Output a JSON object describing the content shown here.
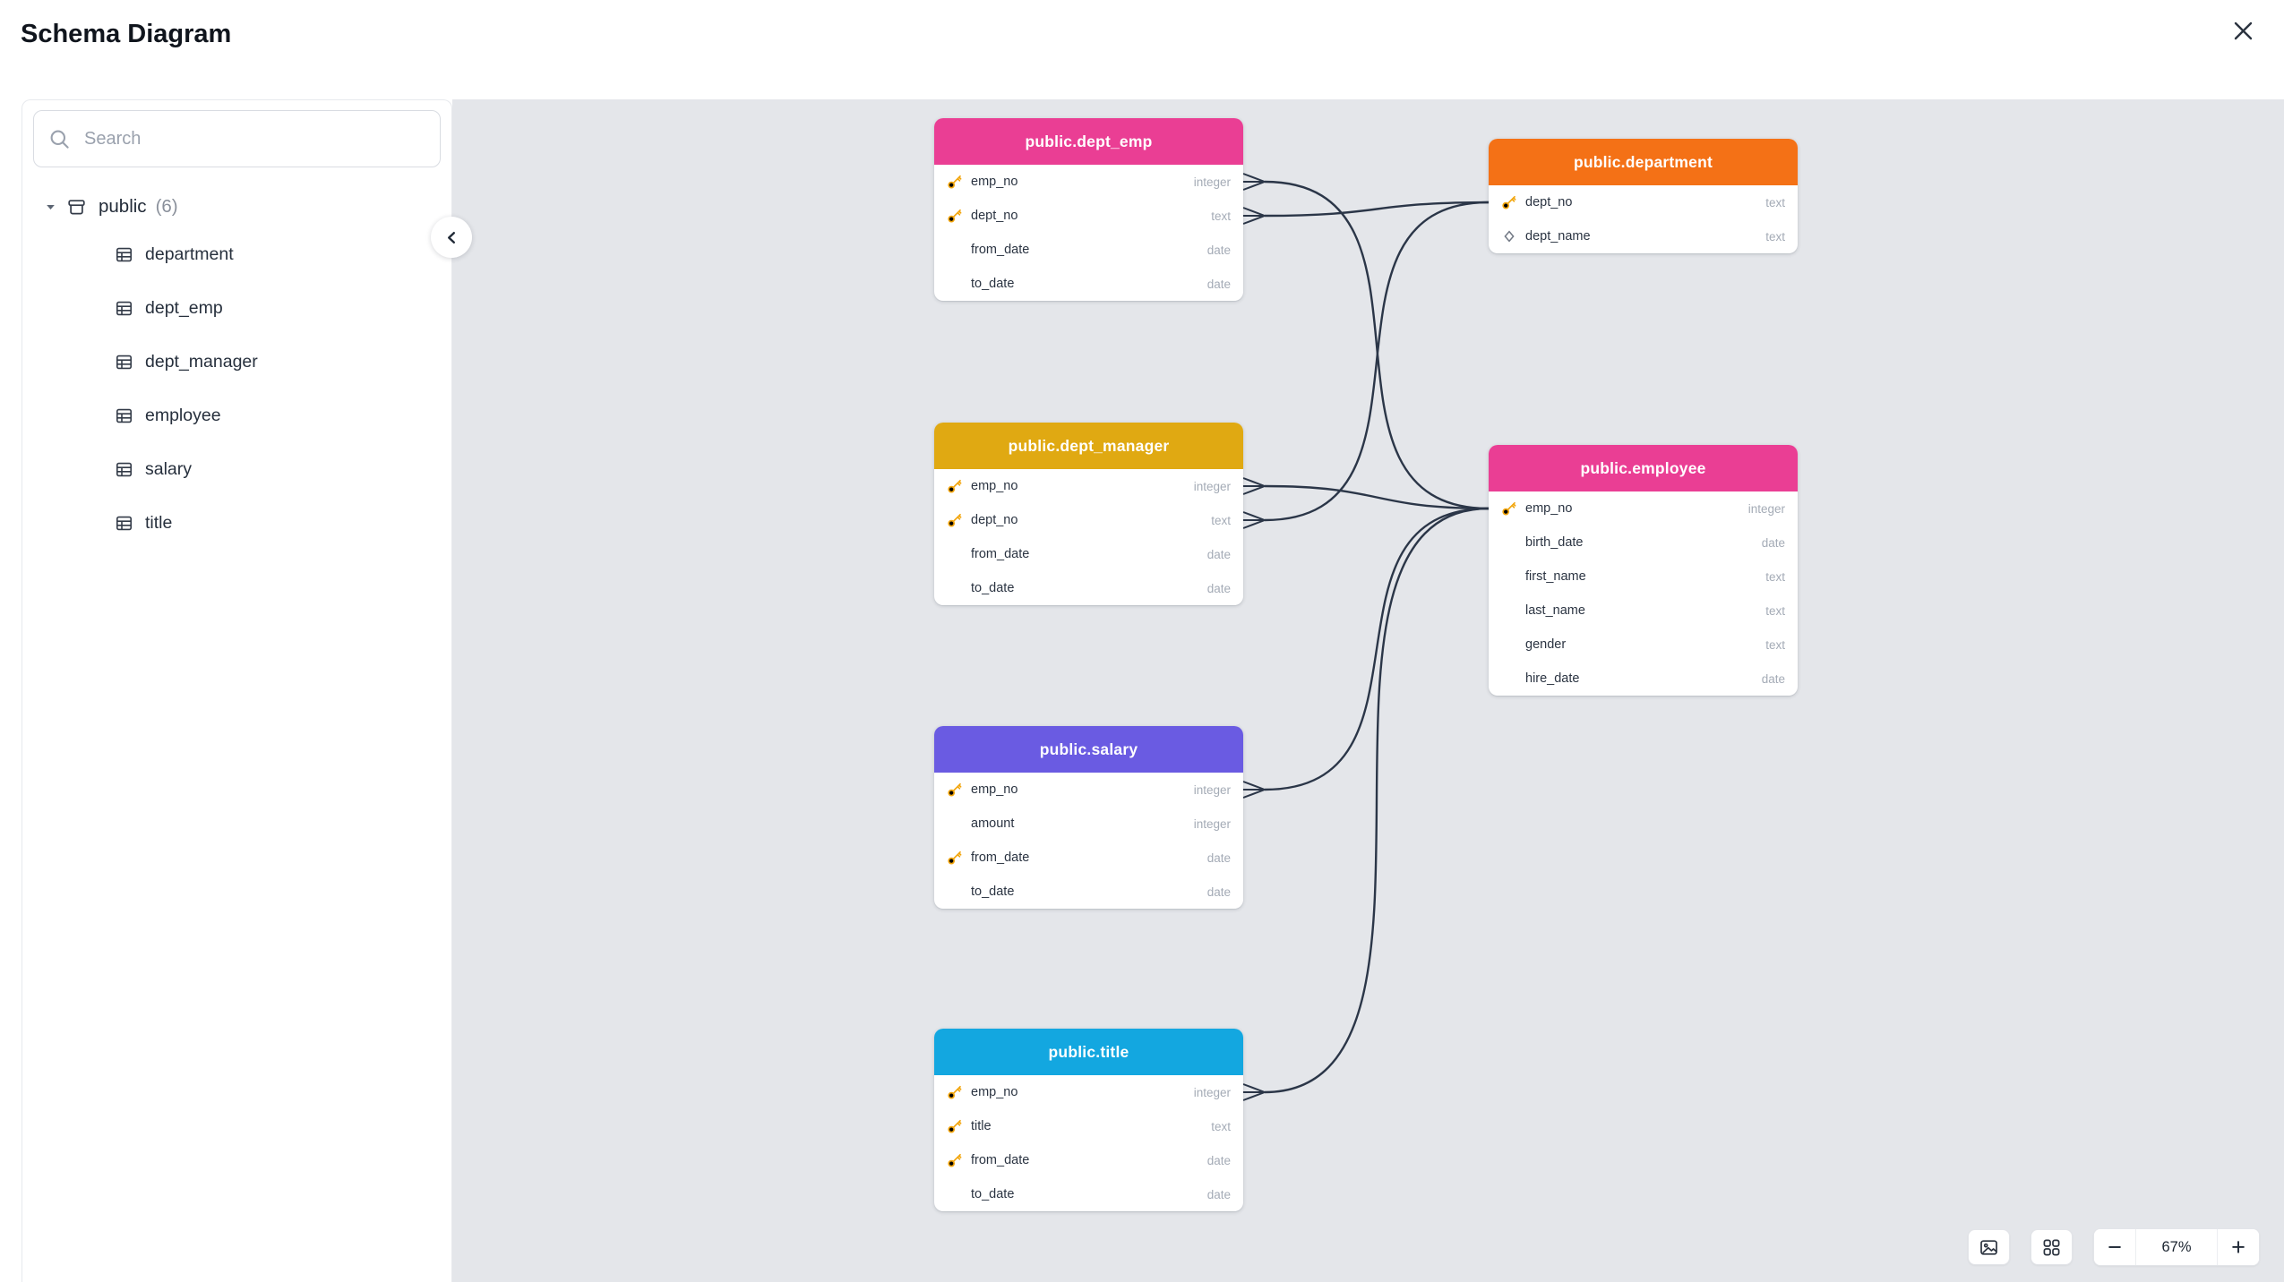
{
  "header": {
    "title": "Schema Diagram"
  },
  "sidebar": {
    "search_placeholder": "Search",
    "schema_label": "public",
    "schema_count": "(6)",
    "tables": [
      "department",
      "dept_emp",
      "dept_manager",
      "employee",
      "salary",
      "title"
    ]
  },
  "canvas": {
    "background": "#E4E6EA",
    "edge_color": "#2B3648",
    "nodes": [
      {
        "title": "public.dept_emp",
        "color": "#EA3E94",
        "columns": [
          {
            "icon": "key",
            "name": "emp_no",
            "type": "integer"
          },
          {
            "icon": "key",
            "name": "dept_no",
            "type": "text"
          },
          {
            "icon": "none",
            "name": "from_date",
            "type": "date"
          },
          {
            "icon": "none",
            "name": "to_date",
            "type": "date"
          }
        ]
      },
      {
        "title": "public.department",
        "color": "#F47116",
        "columns": [
          {
            "icon": "key",
            "name": "dept_no",
            "type": "text"
          },
          {
            "icon": "diamond",
            "name": "dept_name",
            "type": "text"
          }
        ]
      },
      {
        "title": "public.dept_manager",
        "color": "#E0A912",
        "columns": [
          {
            "icon": "key",
            "name": "emp_no",
            "type": "integer"
          },
          {
            "icon": "key",
            "name": "dept_no",
            "type": "text"
          },
          {
            "icon": "none",
            "name": "from_date",
            "type": "date"
          },
          {
            "icon": "none",
            "name": "to_date",
            "type": "date"
          }
        ]
      },
      {
        "title": "public.employee",
        "color": "#EA3E94",
        "columns": [
          {
            "icon": "key",
            "name": "emp_no",
            "type": "integer"
          },
          {
            "icon": "none",
            "name": "birth_date",
            "type": "date"
          },
          {
            "icon": "none",
            "name": "first_name",
            "type": "text"
          },
          {
            "icon": "none",
            "name": "last_name",
            "type": "text"
          },
          {
            "icon": "none",
            "name": "gender",
            "type": "text"
          },
          {
            "icon": "none",
            "name": "hire_date",
            "type": "date"
          }
        ]
      },
      {
        "title": "public.salary",
        "color": "#6A5BE2",
        "columns": [
          {
            "icon": "key",
            "name": "emp_no",
            "type": "integer"
          },
          {
            "icon": "none",
            "name": "amount",
            "type": "integer"
          },
          {
            "icon": "key",
            "name": "from_date",
            "type": "date"
          },
          {
            "icon": "none",
            "name": "to_date",
            "type": "date"
          }
        ]
      },
      {
        "title": "public.title",
        "color": "#13A7E0",
        "columns": [
          {
            "icon": "key",
            "name": "emp_no",
            "type": "integer"
          },
          {
            "icon": "key",
            "name": "title",
            "type": "text"
          },
          {
            "icon": "key",
            "name": "from_date",
            "type": "date"
          },
          {
            "icon": "none",
            "name": "to_date",
            "type": "date"
          }
        ]
      }
    ],
    "relationships": [
      {
        "from": "public.dept_emp.emp_no",
        "to": "public.employee.emp_no",
        "from_cardinality": "many"
      },
      {
        "from": "public.dept_emp.dept_no",
        "to": "public.department.dept_no",
        "from_cardinality": "many"
      },
      {
        "from": "public.dept_manager.emp_no",
        "to": "public.employee.emp_no",
        "from_cardinality": "many"
      },
      {
        "from": "public.dept_manager.dept_no",
        "to": "public.department.dept_no",
        "from_cardinality": "many"
      },
      {
        "from": "public.salary.emp_no",
        "to": "public.employee.emp_no",
        "from_cardinality": "many"
      },
      {
        "from": "public.title.emp_no",
        "to": "public.employee.emp_no",
        "from_cardinality": "many"
      }
    ]
  },
  "controls": {
    "zoom_out_label": "−",
    "zoom_level": "67%",
    "zoom_in_label": "+"
  }
}
